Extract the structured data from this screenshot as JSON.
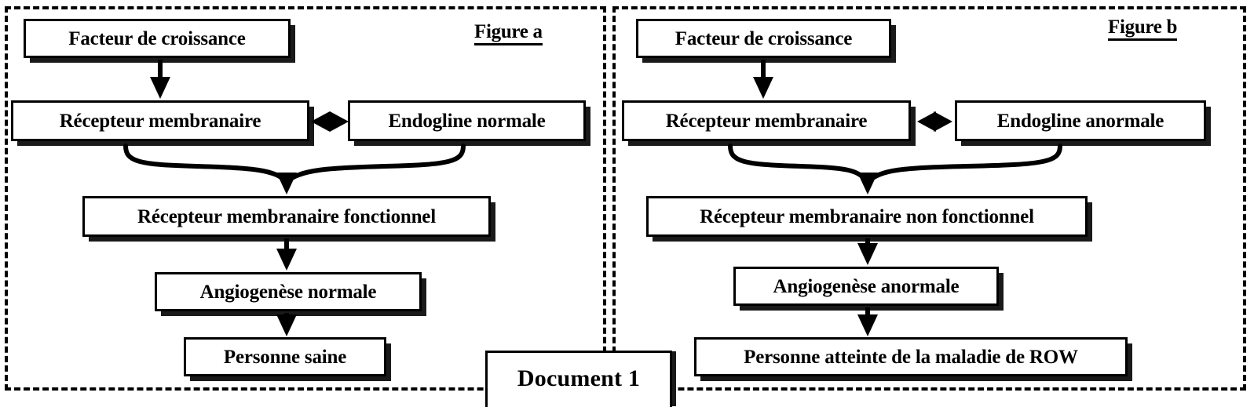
{
  "document": {
    "caption": "Document 1"
  },
  "figures": [
    {
      "id": "figure-a",
      "label": "Figure a",
      "nodes": {
        "growth_factor": "Facteur de croissance",
        "membrane_receptor": "Récepteur membranaire",
        "endoglin": "Endogline normale",
        "receptor_state": "Récepteur membranaire fonctionnel",
        "angiogenesis": "Angiogenèse normale",
        "outcome": "Personne saine"
      }
    },
    {
      "id": "figure-b",
      "label": "Figure b",
      "nodes": {
        "growth_factor": "Facteur de croissance",
        "membrane_receptor": "Récepteur membranaire",
        "endoglin": "Endogline anormale",
        "receptor_state": "Récepteur membranaire non fonctionnel",
        "angiogenesis": "Angiogenèse anormale",
        "outcome": "Personne atteinte de la maladie de ROW"
      }
    }
  ],
  "colors": {
    "ink": "#000000",
    "paper": "#ffffff",
    "shadow": "#1a1a1a"
  },
  "icons": {
    "arrow_down": "down-arrow",
    "arrow_bidirectional": "double-headed-arrow",
    "brace_merge": "merge-brace"
  }
}
